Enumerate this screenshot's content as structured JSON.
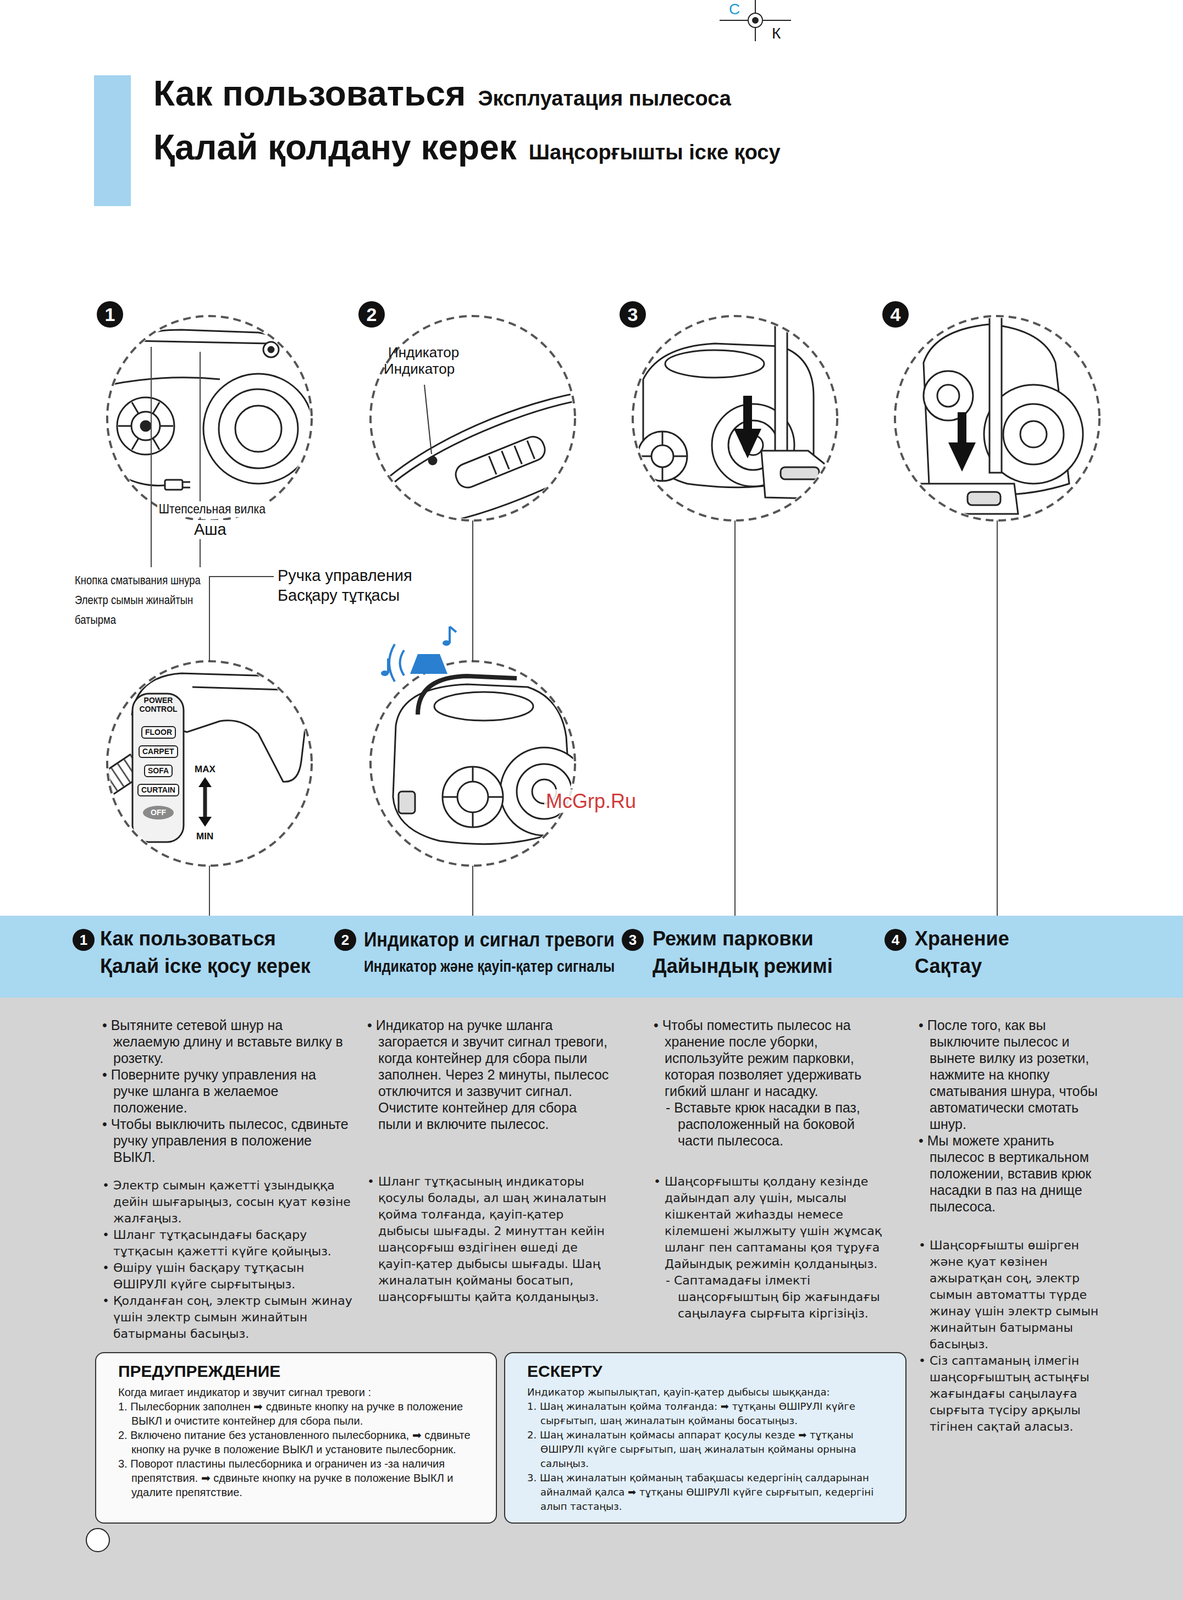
{
  "diagram": {
    "title": "Как пользоваться",
    "nodes": [
      {
        "text": [
          "1"
        ]
      },
      {
        "text": [
          "2"
        ]
      },
      {
        "text": [
          "3"
        ]
      },
      {
        "text": [
          "4"
        ]
      },
      {
        "text": [
          "Как пользоваться",
          "Қалай іске қосу керек",
          "Индикатор и сигнал тревоги",
          "Индикатор және қауіп-қатер сигналы",
          "Режим парковки",
          "Дайындық режимі",
          "Хранение",
          "Сақтау"
        ]
      },
      {
        "text": [
          "1"
        ],
        "in": 4
      },
      {
        "text": [
          "2"
        ],
        "in": 4
      },
      {
        "text": [
          "3"
        ],
        "in": 4
      },
      {
        "text": [
          "4"
        ],
        "in": 4
      },
      {
        "text": [
          "• Вытяните сетевой шнур на желаемую длину и вставьте вилку в розетку.",
          "• Поверните ручку управления на ручке шланга в желаемое положение.",
          "• Чтобы выключить пылесос, сдвиньте ручку управления в положение ВЫКЛ.",
          "• Электр сымын қажетті ұзындыққа дейін шығарыңыз, сосын қуат көзіне жалғаңыз.",
          "• Шланг тұтқасындағы басқару тұтқасын қажетті күйге қойыңыз.",
          "• Өшіру үшін басқару тұтқасын ӨШІРУЛІ күйге сырғытыңыз.",
          "• Қолданған соң, электр сымын жинау үшін электр сымын жинайтын батырманы басыңыз.",
          "• Индикатор на ручке шланга загорается и звучит сигнал тревоги, когда контейнер для сбора пыли заполнен. Через 2 минуты, пылесос отключится и зазвучит сигнал. Очистите контейнер для сбора пыли и включите пылесос.",
          "• Шланг тұтқасының индикаторы қосулы болады, ал шаң жиналатын қойма толғанда, қауіп-қатер дыбысы шығады. 2 минуттан кейін шаңсорғыш өздігінен өшеді де қауіп-қатер дыбысы шығады. Шаң жиналатын қойманы босатып, шаңсорғышты қайта қолданыңыз.",
          "• Чтобы поместить пылесос на хранение после уборки, используйте режим парковки, которая позволяет удерживать гибкий шланг и насадку.",
          "- Вставьте крюк насадки в паз, расположенный на боковой части пылесоса.",
          "• Шаңсорғышты қолдану кезінде дайындап алу үшін, мысалы кішкентай жиһазды немесе кілемшені жылжыту үшін жұмсақ шланг пен саптаманы қоя тұруға Дайындық режимін қолданыңыз.",
          "- Саптамадағы ілмекті шаңсорғыштың бір жағындағы саңылауға сырғыта кіргізіңіз.",
          "• После того, как вы выключите пылесос и вынете вилку из розетки, нажмите на кнопку сматывания шнура, чтобы автоматически смотать шнур.",
          "• Мы можете хранить пылесос в вертикальном положении, вставив крюк насадки в паз на днище пылесоса.",
          "• Шаңсорғышты өшірген және қуат көзінен ажыратқан соң, электр сымын автоматты түрде жинау үшін электр сымын жинайтын батырманы басыңыз.",
          "• Сіз саптаманың ілмегін шаңсорғыштың астыңғы жағындағы саңылауға сырғыта түсіру арқылы тігінен сақтай аласыз."
        ]
      },
      {
        "text": [
          "ПРЕДУПРЕЖДЕНИЕ",
          "Когда мигает индикатор и звучит сигнал тревоги :",
          "1. Пылесборник заполнен ➡ сдвиньте кнопку на ручке в положение ВЫКЛ и очистите контейнер для сбора пыли.",
          "2. Включено питание без установленного пылесборника, ➡ сдвиньте кнопку на ручке в положение ВЫКЛ и установите пылесборник.",
          "3. Поворот пластины пылесборника и ограничен из -за наличия препятствия. ➡ сдвиньте кнопку на ручке в положение ВЫКЛ и удалите препятствие."
        ],
        "in": 9
      },
      {
        "text": [
          "ЕСКЕРТУ",
          "Индикатор жыпылықтап, қауіп-қатер дыбысы шыққанда:",
          "1. Шаң жиналатын қойма толғанда: ➡ тұтқаны ӨШІРУЛІ күйге сырғытып, шаң жиналатын қойманы босатыңыз.",
          "2. Шаң жиналатын қоймасы аппарат қосулы кезде ➡ тұтқаны ӨШІРУЛІ күйге сырғытып, шаң жиналатын қойманы орнына салыңыз.",
          "3. Шаң жиналатын қойманың табақшасы кедергінің салдарынан айналмай қалса ➡ тұтқаны ӨШІРУЛІ күйге сырғытып, кедергіні алып тастаңыз."
        ],
        "in": 9
      }
    ],
    "labels": [
      "С",
      "К",
      "Эксплуатация пылесоса",
      "Қалай қолдану керек",
      "Шаңсорғышты іске қосу",
      "Индикатор",
      "Индикатор",
      "Штепсельная вилка",
      "Аша",
      "Кнопка сматывания шнура",
      "Электр сымын жинайтын батырма",
      "Ручка управления",
      "Басқару тұтқасы",
      "POWER CONTROL",
      "FLOOR",
      "CARPET",
      "SOFA",
      "CURTAIN",
      "OFF",
      "MAX",
      "MIN",
      "McGrp.Ru"
    ]
  }
}
